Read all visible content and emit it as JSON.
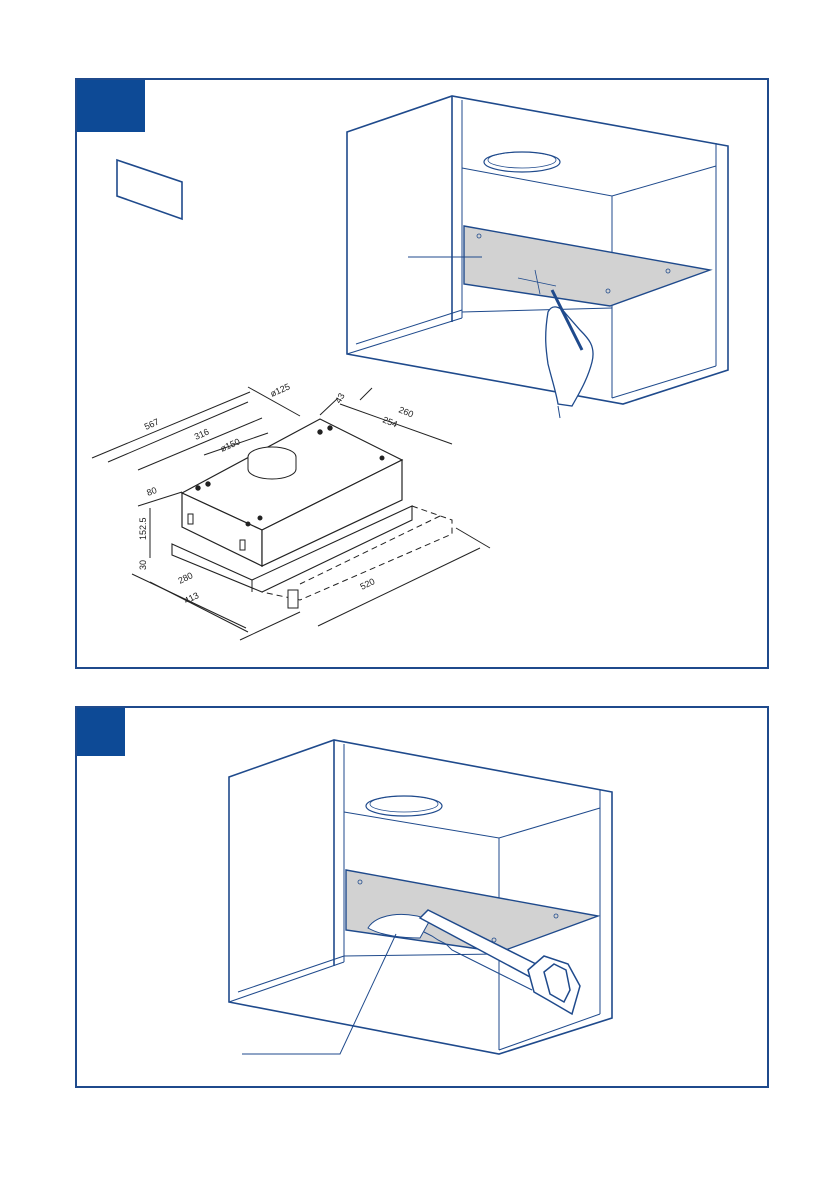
{
  "colors": {
    "frame": "#1f4a8c",
    "badge": "#0d4a96",
    "panel_fill": "#d2d2d2",
    "line": "#222222"
  },
  "steps": [
    {
      "icons": [
        "template-sheet-icon",
        "wall-cabinet-icon",
        "hand-pencil-icon",
        "hood-dimension-drawing"
      ],
      "dimensions": {
        "d1": "567",
        "d2": "316",
        "d3": "ø125",
        "d4": "ø150",
        "d5": "43",
        "d6": "260",
        "d7": "254",
        "d8": "80",
        "d9": "152.5",
        "d10": "30",
        "d11": "280",
        "d12": "413",
        "d13": "520"
      }
    },
    {
      "icons": [
        "wall-cabinet-icon",
        "saw-icon",
        "cutout-hole-icon"
      ]
    }
  ]
}
